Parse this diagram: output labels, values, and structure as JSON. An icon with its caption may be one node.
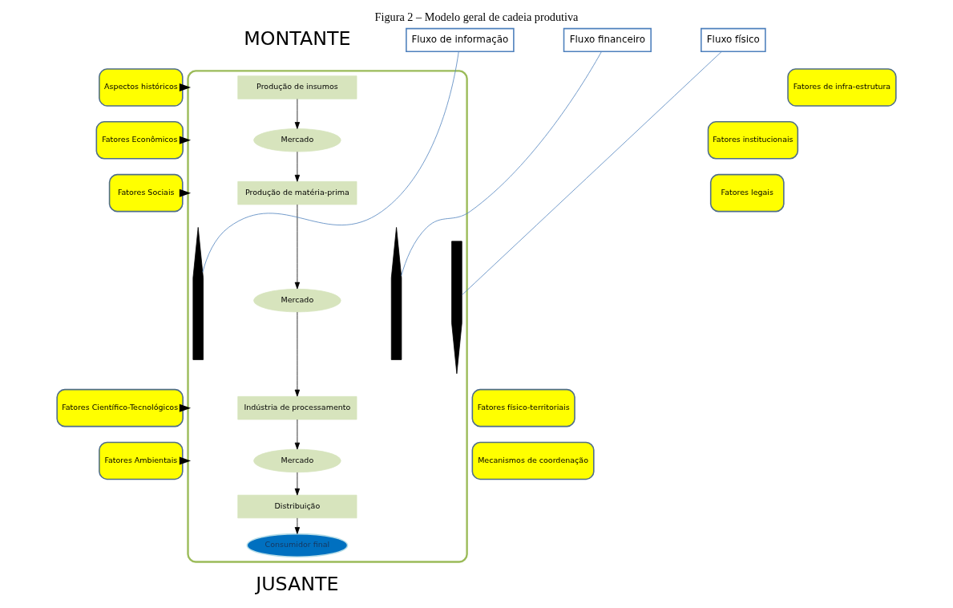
{
  "diagram": {
    "title": "Figura 2 – Modelo geral de cadeia produtiva",
    "nodes": [
      {
        "text": [],
        "shape": "box"
      },
      {
        "text": [
          "Produção de insumos"
        ],
        "in": 0
      },
      {
        "text": [
          "Mercado"
        ],
        "in": 0
      },
      {
        "text": [
          "Produção de matéria-prima"
        ],
        "in": 0
      },
      {
        "text": [
          "Mercado"
        ],
        "in": 0
      },
      {
        "text": [
          "Indústria de processamento"
        ],
        "in": 0
      },
      {
        "text": [
          "Mercado"
        ],
        "in": 0
      },
      {
        "text": [
          "Distribuição"
        ],
        "in": 0
      },
      {
        "text": [
          "Consumidor final"
        ],
        "in": 0
      },
      {
        "text": [],
        "shape": "arrow",
        "in": 0
      },
      {
        "text": [],
        "shape": "arrow",
        "in": 0
      },
      {
        "text": [],
        "shape": "arrow",
        "in": 0
      },
      {
        "text": [
          "Aspectos históricos"
        ]
      },
      {
        "text": [
          "Fatores Econômicos"
        ]
      },
      {
        "text": [
          "Fatores Sociais"
        ]
      },
      {
        "text": [
          "Fatores Científico-Tecnológicos"
        ]
      },
      {
        "text": [
          "Fatores Ambientais"
        ]
      },
      {
        "text": [
          "Fatores de infra-estrutura"
        ]
      },
      {
        "text": [
          "Fatores institucionais"
        ]
      },
      {
        "text": [
          "Fatores legais"
        ]
      },
      {
        "text": [
          "Fatores físico-territoriais"
        ]
      },
      {
        "text": [
          "Mecanismos de coordenação"
        ]
      },
      {
        "text": [
          "Fluxo de informação"
        ]
      },
      {
        "text": [
          "Fluxo financeiro"
        ]
      },
      {
        "text": [
          "Fluxo físico"
        ]
      }
    ],
    "edges": [
      {
        "from": 1,
        "to": 2,
        "arrow": "to"
      },
      {
        "from": 2,
        "to": 3,
        "arrow": "to"
      },
      {
        "from": 3,
        "to": 4,
        "arrow": "to"
      },
      {
        "from": 4,
        "to": 5,
        "arrow": "to"
      },
      {
        "from": 5,
        "to": 6,
        "arrow": "to"
      },
      {
        "from": 6,
        "to": 7,
        "arrow": "to"
      },
      {
        "from": 7,
        "to": 8,
        "arrow": "to"
      },
      {
        "from": 12,
        "to": 0,
        "arrow": "to",
        "style": "thick"
      },
      {
        "from": 13,
        "to": 0,
        "arrow": "to",
        "style": "thick"
      },
      {
        "from": 14,
        "to": 0,
        "arrow": "to",
        "style": "thick"
      },
      {
        "from": 15,
        "to": 0,
        "arrow": "to",
        "style": "thick"
      },
      {
        "from": 16,
        "to": 0,
        "arrow": "to",
        "style": "thick"
      },
      {
        "from": 22,
        "to": 9,
        "arrow": "none",
        "color": "#4f81bd"
      },
      {
        "from": 23,
        "to": 10,
        "arrow": "none",
        "color": "#4f81bd"
      },
      {
        "from": 24,
        "to": 11,
        "arrow": "none",
        "color": "#4f81bd"
      }
    ],
    "labels": [
      "MONTANTE",
      "JUSANTE"
    ]
  }
}
